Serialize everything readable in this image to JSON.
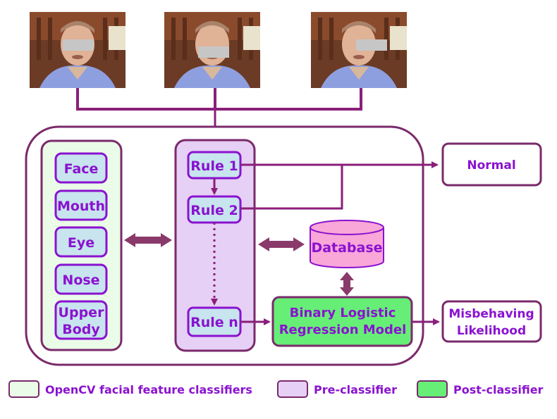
{
  "photos": [
    {
      "name": "face-photo-1",
      "icon": "webcam-face-photo"
    },
    {
      "name": "face-photo-2",
      "icon": "webcam-face-photo"
    },
    {
      "name": "face-photo-3",
      "icon": "webcam-face-photo"
    }
  ],
  "classifiers": [
    "Face",
    "Mouth",
    "Eye",
    "Nose",
    "Upper",
    "Body"
  ],
  "rules": {
    "rule1": "Rule 1",
    "rule2": "Rule 2",
    "rulen": "Rule n"
  },
  "database": "Database",
  "model": {
    "line1": "Binary Logistic",
    "line2": "Regression Model"
  },
  "outputs": {
    "normal": "Normal",
    "misbehaving_line1": "Misbehaving",
    "misbehaving_line2": "Likelihood"
  },
  "legend": [
    {
      "label": "OpenCV facial feature classifiers",
      "color": "#eafbe8"
    },
    {
      "label": "Pre-classifier",
      "color": "#e6d0f5"
    },
    {
      "label": "Post-classifier",
      "color": "#66ee77"
    }
  ],
  "colors": {
    "border": "#7a2a6b",
    "arrow": "#8a1f7a",
    "text": "#8a12d0",
    "classifier_fill": "#c8e4ee",
    "database_fill": "#f9a6d8"
  }
}
